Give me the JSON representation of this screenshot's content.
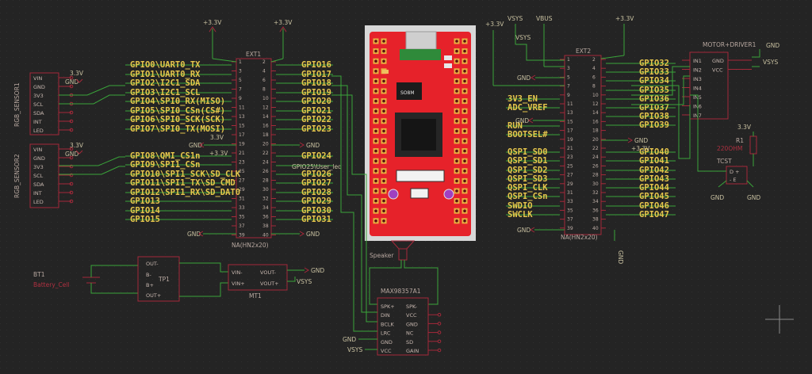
{
  "ext1": {
    "ref": "EXT1",
    "value": "NA(HN2x20)",
    "left_nets": [
      "GPIO0\\UART0_TX",
      "GPIO1\\UART0_RX",
      "GPIO2\\I2C1_SDA",
      "GPIO3\\I2C1_SCL",
      "GPIO4\\SPI0_RX(MISO)",
      "GPIO5\\SPI0_CSn(CS#)",
      "GPIO6\\SPI0_SCK(SCK)",
      "GPIO7\\SPI0_TX(MOSI)",
      "GPIO8\\QMI_CS1n",
      "GPIO9\\SPI1_CSn",
      "GPIO10\\SPI1_SCK\\SD_CLK",
      "GPIO11\\SPI1_TX\\SD_CMD",
      "GPIO12\\SPI1_RX\\SD_DAT0",
      "GPIO13",
      "GPIO14",
      "GPIO15"
    ],
    "right_nets": [
      "GPIO16",
      "GPIO17",
      "GPIO18",
      "GPIO19",
      "GPIO20",
      "GPIO21",
      "GPIO22",
      "GPIO23",
      "GPIO24",
      "GPIO26",
      "GPIO27",
      "GPIO28",
      "GPIO29",
      "GPIO30",
      "GPIO31"
    ],
    "user_led": "GPIO25\\User_led",
    "pin_numbers": [
      "1",
      "2",
      "3",
      "4",
      "5",
      "6",
      "7",
      "8",
      "9",
      "10",
      "11",
      "12",
      "13",
      "14",
      "15",
      "16",
      "17",
      "18",
      "19",
      "20",
      "21",
      "22",
      "23",
      "24",
      "25",
      "26",
      "27",
      "28",
      "29",
      "30",
      "31",
      "32",
      "33",
      "34",
      "35",
      "36",
      "37",
      "38",
      "39",
      "40"
    ]
  },
  "ext2": {
    "ref": "EXT2",
    "value": "NA(HN2x20)",
    "left_nets": [
      "3V3_EN",
      "ADC_VREF",
      "RUN",
      "BOOTSEL#",
      "QSPI_SD0",
      "QSPI_SD1",
      "QSPI_SD2",
      "QSPI_SD3",
      "QSPI_CLK",
      "QSPI_CSn",
      "SWDIO",
      "SWCLK"
    ],
    "right_nets": [
      "GPIO32",
      "GPIO33",
      "GPIO34",
      "GPIO35",
      "GPIO36",
      "GPIO37",
      "GPIO38",
      "GPIO39",
      "GPIO40",
      "GPIO41",
      "GPIO42",
      "GPIO43",
      "GPIO44",
      "GPIO45",
      "GPIO46",
      "GPIO47"
    ],
    "pin_numbers": [
      "1",
      "2",
      "3",
      "4",
      "5",
      "6",
      "7",
      "8",
      "9",
      "10",
      "11",
      "12",
      "13",
      "14",
      "15",
      "16",
      "17",
      "18",
      "19",
      "20",
      "21",
      "22",
      "23",
      "24",
      "25",
      "26",
      "27",
      "28",
      "29",
      "30",
      "31",
      "32",
      "33",
      "34",
      "35",
      "36",
      "37",
      "38",
      "39",
      "40"
    ]
  },
  "rgb1": {
    "ref": "RGB_SENSOR1",
    "pins": [
      "VIN",
      "GND",
      "3V3",
      "SCL",
      "SDA",
      "INT",
      "LED"
    ]
  },
  "rgb2": {
    "ref": "RGB_SENSOR2",
    "pins": [
      "VIN",
      "GND",
      "3V3",
      "SCL",
      "SDA",
      "INT",
      "LED"
    ]
  },
  "power": {
    "p33": "+3.3V",
    "gnd": "GND",
    "v33": "3.3V",
    "vsys": "VSYS",
    "vbus": "VBUS"
  },
  "battery": {
    "ref": "BT1",
    "value": "Battery_Cell"
  },
  "tp1": {
    "ref": "TP1",
    "pins": [
      "OUT-",
      "B-",
      "B+",
      "OUT+"
    ]
  },
  "mt1": {
    "ref": "MT1",
    "pins": [
      "VIN-",
      "VIN+",
      "VOUT-",
      "VOUT+"
    ]
  },
  "speaker": {
    "ref": "Speaker"
  },
  "amp": {
    "ref": "MAX98357A1",
    "left_pins": [
      "SPK+",
      "DIN",
      "BCLK",
      "LRC",
      "GND",
      "VCC"
    ],
    "right_pins": [
      "SPK-",
      "VCC",
      "GND",
      "NC",
      "SD",
      "GAIN"
    ]
  },
  "motor": {
    "ref": "MOTOR+DRIVER1",
    "inputs": [
      "IN1",
      "IN2",
      "IN3",
      "IN4",
      "IN5",
      "IN6",
      "IN7"
    ],
    "power_pins": [
      "GND",
      "VCC"
    ]
  },
  "r1": {
    "ref": "R1",
    "value": "220OHM"
  },
  "tcst": {
    "ref": "TCST",
    "pins": [
      "D +",
      "- E"
    ]
  },
  "pcb": {
    "chip_label": "SO8M"
  }
}
